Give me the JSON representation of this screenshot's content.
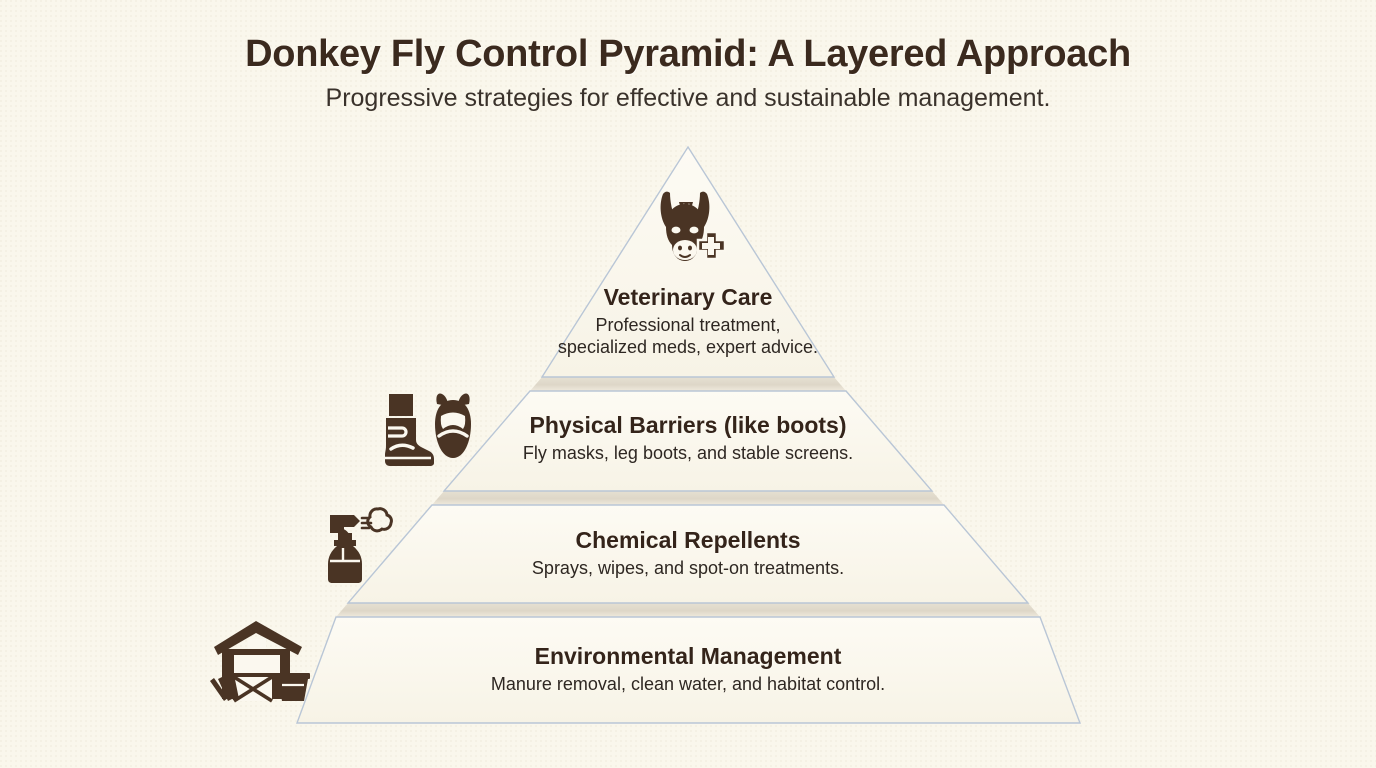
{
  "header": {
    "title": "Donkey Fly Control Pyramid: A Layered Approach",
    "subtitle": "Progressive strategies for effective and sustainable management."
  },
  "theme": {
    "background": "#faf7ec",
    "tier_fill": "#fbf8ef",
    "tier_stroke": "#b9c6d6",
    "separator": "#ded8ca",
    "icon_color": "#4a3424",
    "title_color": "#3b2a1e",
    "text_color": "#2e2722"
  },
  "chart_data": {
    "type": "pyramid",
    "title": "Donkey Fly Control Pyramid: A Layered Approach",
    "subtitle": "Progressive strategies for effective and sustainable management.",
    "orientation": "apex-top",
    "level_order": "top-is-most-specialized",
    "levels": [
      {
        "rank": 1,
        "label": "Veterinary Care",
        "description": "Professional treatment, specialized meds, expert advice.",
        "description_lines": [
          "Professional treatment,",
          "specialized meds, expert advice."
        ],
        "icon": "donkey-head-medical-cross-icon",
        "width_fraction": 0.25
      },
      {
        "rank": 2,
        "label": "Physical Barriers (like boots)",
        "description": "Fly masks, leg boots, and stable screens.",
        "description_lines": [
          "Fly masks, leg boots, and stable screens."
        ],
        "icon": "boot-and-fly-mask-icon",
        "width_fraction": 0.5
      },
      {
        "rank": 3,
        "label": "Chemical Repellents",
        "description": "Sprays, wipes, and spot-on treatments.",
        "description_lines": [
          "Sprays, wipes, and spot-on treatments."
        ],
        "icon": "spray-bottle-icon",
        "width_fraction": 0.75
      },
      {
        "rank": 4,
        "label": "Environmental Management",
        "description": "Manure removal, clean water, and habitat control.",
        "description_lines": [
          "Manure removal, clean water, and habitat control."
        ],
        "icon": "barn-pitchfork-bucket-icon",
        "width_fraction": 1.0
      }
    ]
  }
}
